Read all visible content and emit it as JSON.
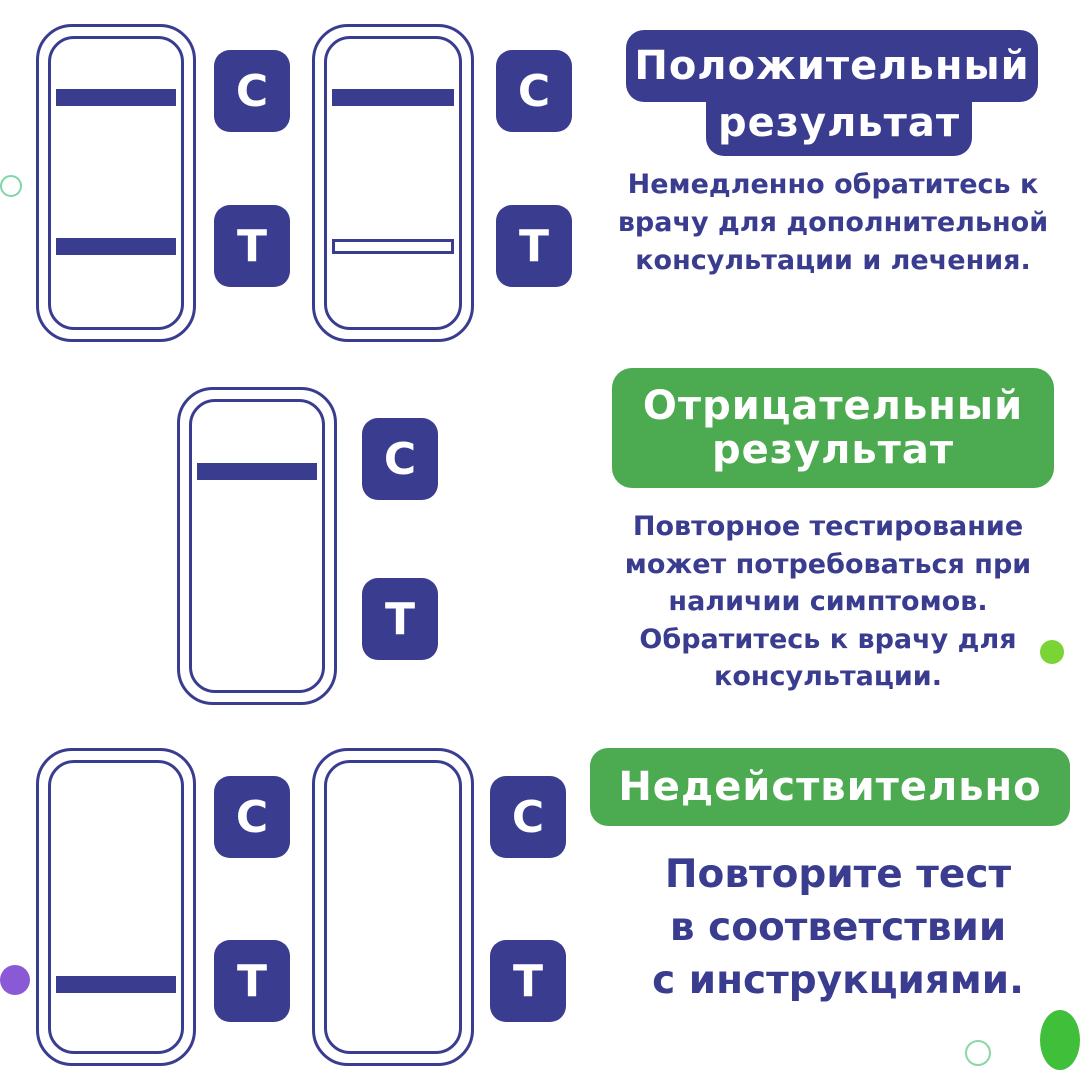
{
  "colors": {
    "primary": "#3a3d8f",
    "green": "#4caa50"
  },
  "labels": {
    "control": "C",
    "test": "T"
  },
  "positive": {
    "title_line1": "Положительный",
    "title_line2": "результат",
    "description": [
      "Немедленно обратитесь к",
      "врачу для дополнительной",
      "консультации и лечения."
    ]
  },
  "negative": {
    "title_line1": "Отрицательный",
    "title_line2": "результат",
    "description": [
      "Повторное тестирование",
      "может потребоваться при",
      "наличии симптомов.",
      "Обратитесь к врачу для",
      "консультации."
    ]
  },
  "invalid": {
    "title": "Недействительно",
    "description": [
      "Повторите тест",
      "в соответствии",
      "с инструкциями."
    ]
  }
}
